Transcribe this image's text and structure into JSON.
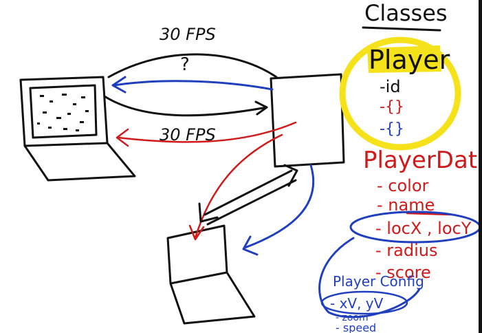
{
  "labels": {
    "top_fps": "30 FPS",
    "question": "?",
    "mid_fps": "30 FPS",
    "classes_heading": "Classes"
  },
  "player_class": {
    "title": "Player",
    "fields": [
      "-id",
      "-{}",
      "-{}"
    ]
  },
  "player_data_class": {
    "title": "PlayerData",
    "fields": [
      "- color",
      "- name",
      "- locX , locY",
      "- radius",
      "- score"
    ]
  },
  "player_config_class": {
    "title": "Player Config",
    "fields": [
      "- xV, yV",
      "- zoom",
      "- speed"
    ]
  },
  "colors": {
    "ink": "#111111",
    "red": "#d01a1a",
    "blue": "#1f3fbf",
    "highlight": "#f5e21a"
  },
  "icons": {
    "client_top": "laptop-icon",
    "server": "server-icon",
    "client_bottom": "laptop-icon"
  }
}
